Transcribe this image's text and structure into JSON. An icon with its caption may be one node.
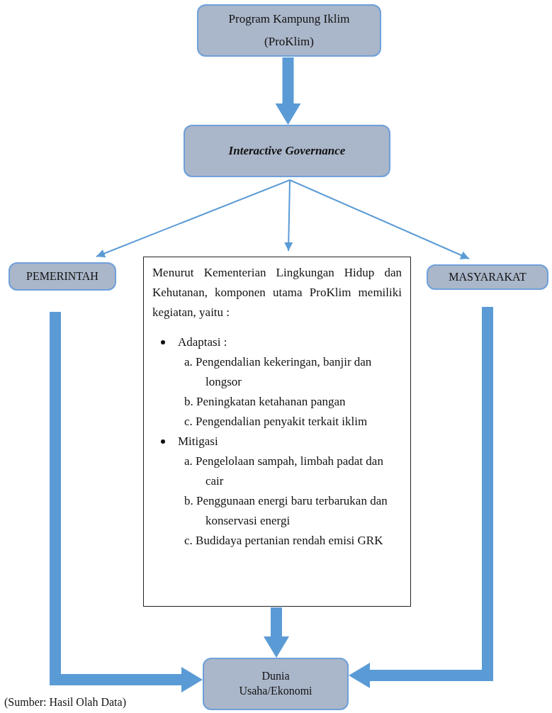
{
  "diagram": {
    "caption": "(Sumber: Hasil Olah Data)",
    "nodes": [
      {
        "text": [
          "Program Kampung Iklim (ProKlim)"
        ]
      },
      {
        "text": [
          "Interactive Governance"
        ]
      },
      {
        "text": [
          "PEMERINTAH"
        ]
      },
      {
        "text": [
          "Menurut Kementerian Lingkungan Hidup dan Kehutanan, komponen utama ProKlim memiliki kegiatan, yaitu :",
          "Adaptasi :",
          "a. Pengendalian kekeringan, banjir dan longsor",
          "b. Peningkatan ketahanan pangan",
          "c. Pengendalian penyakit terkait iklim",
          "Mitigasi",
          "a. Pengelolaan sampah, limbah padat dan cair",
          "b. Penggunaan energi baru terbarukan dan konservasi energi",
          "c. Budidaya pertanian rendah emisi GRK"
        ]
      },
      {
        "text": [
          "MASYARAKAT"
        ]
      },
      {
        "text": [
          "Dunia Usaha/Ekonomi"
        ]
      }
    ],
    "edges": [
      {
        "from": 0,
        "to": 1,
        "arrow": "to"
      },
      {
        "from": 1,
        "to": 2,
        "arrow": "to"
      },
      {
        "from": 1,
        "to": 3,
        "arrow": "to"
      },
      {
        "from": 1,
        "to": 4,
        "arrow": "to"
      },
      {
        "from": 2,
        "to": 5,
        "arrow": "to"
      },
      {
        "from": 3,
        "to": 5,
        "arrow": "to"
      },
      {
        "from": 4,
        "to": 5,
        "arrow": "to"
      }
    ]
  }
}
